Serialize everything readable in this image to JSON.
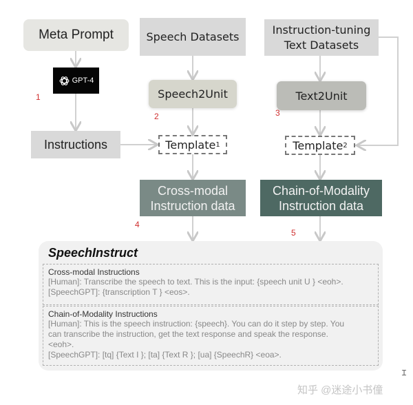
{
  "nodes": {
    "meta_prompt": "Meta Prompt",
    "speech_datasets": "Speech Datasets",
    "instruction_tuning_line1": "Instruction-tuning",
    "instruction_tuning_line2": "Text Datasets",
    "gpt4": "GPT-4",
    "speech2unit": "Speech2Unit",
    "text2unit": "Text2Unit",
    "instructions": "Instructions",
    "template1": "Template",
    "template1_sub": "1",
    "template2": "Template",
    "template2_sub": "2",
    "cross_modal_line1": "Cross-modal",
    "cross_modal_line2": "Instruction data",
    "chain_line1": "Chain-of-Modality",
    "chain_line2": "Instruction data"
  },
  "step_numbers": [
    "1",
    "2",
    "3",
    "4",
    "5"
  ],
  "speech_instruct": {
    "title": "SpeechInstruct",
    "cross_modal": {
      "title": "Cross-modal Instructions",
      "human": "[Human]: Transcribe the speech to text. This is the input: {speech unit U } <eoh>.",
      "gpt": "[SpeechGPT]: {transcription T } <eos>."
    },
    "chain": {
      "title": "Chain-of-Modality Instructions",
      "human_line1": "[Human]: This is the speech instruction: {speech}. You can do it step by step. You",
      "human_line2": "can transcribe the instruction, get the text response and speak the response.",
      "human_line3": "<eoh>.",
      "gpt": "[SpeechGPT]: [tq] {Text I }; [ta] {Text R }; [ua] {SpeechR} <eoa>."
    }
  },
  "watermark": "知乎 @迷途小书僮",
  "colors": {
    "cross_modal_box": "#7a8a86",
    "chain_box": "#4e6963",
    "step_number": "#d03030"
  }
}
